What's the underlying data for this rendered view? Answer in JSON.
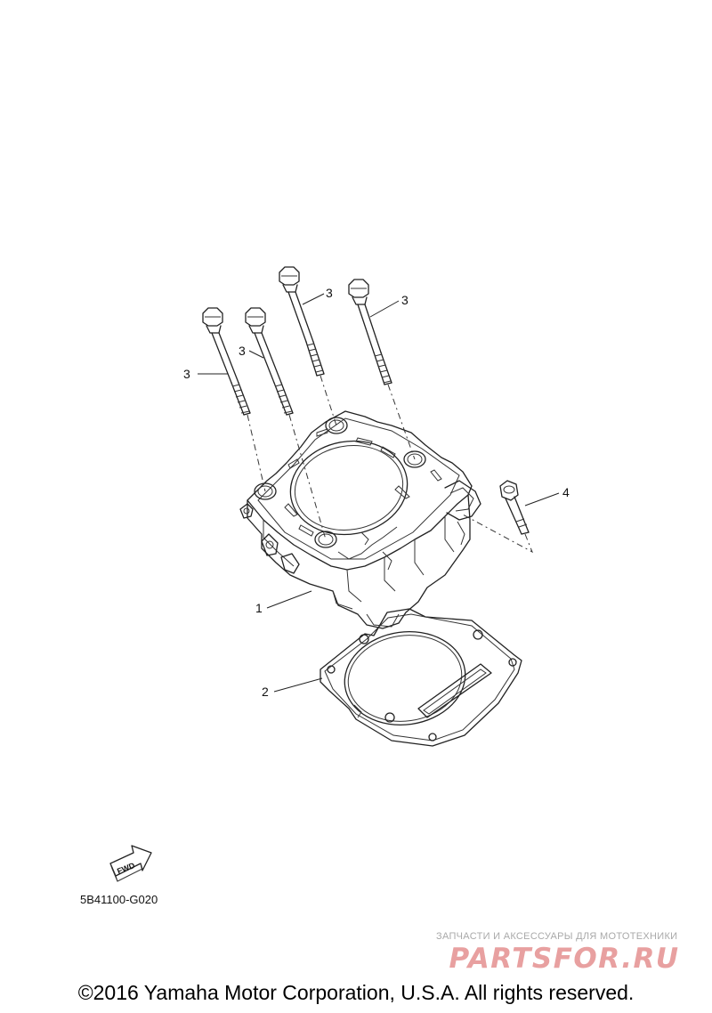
{
  "diagram": {
    "callouts": {
      "cylinder": "1",
      "gasket": "2",
      "stud_bolt_1": "3",
      "stud_bolt_2": "3",
      "stud_bolt_3": "3",
      "stud_bolt_4": "3",
      "bolt": "4"
    },
    "fwd_label": "FWD",
    "part_code": "5B41100-G020"
  },
  "watermark": {
    "tagline": "ЗАПЧАСТИ И АКСЕССУАРЫ ДЛЯ МОТОТЕХНИКИ",
    "brand": "PARTSFOR.RU",
    "brand_color": "#e8a0a0"
  },
  "footer": {
    "copyright": "©2016 Yamaha Motor Corporation, U.S.A. All rights reserved."
  }
}
